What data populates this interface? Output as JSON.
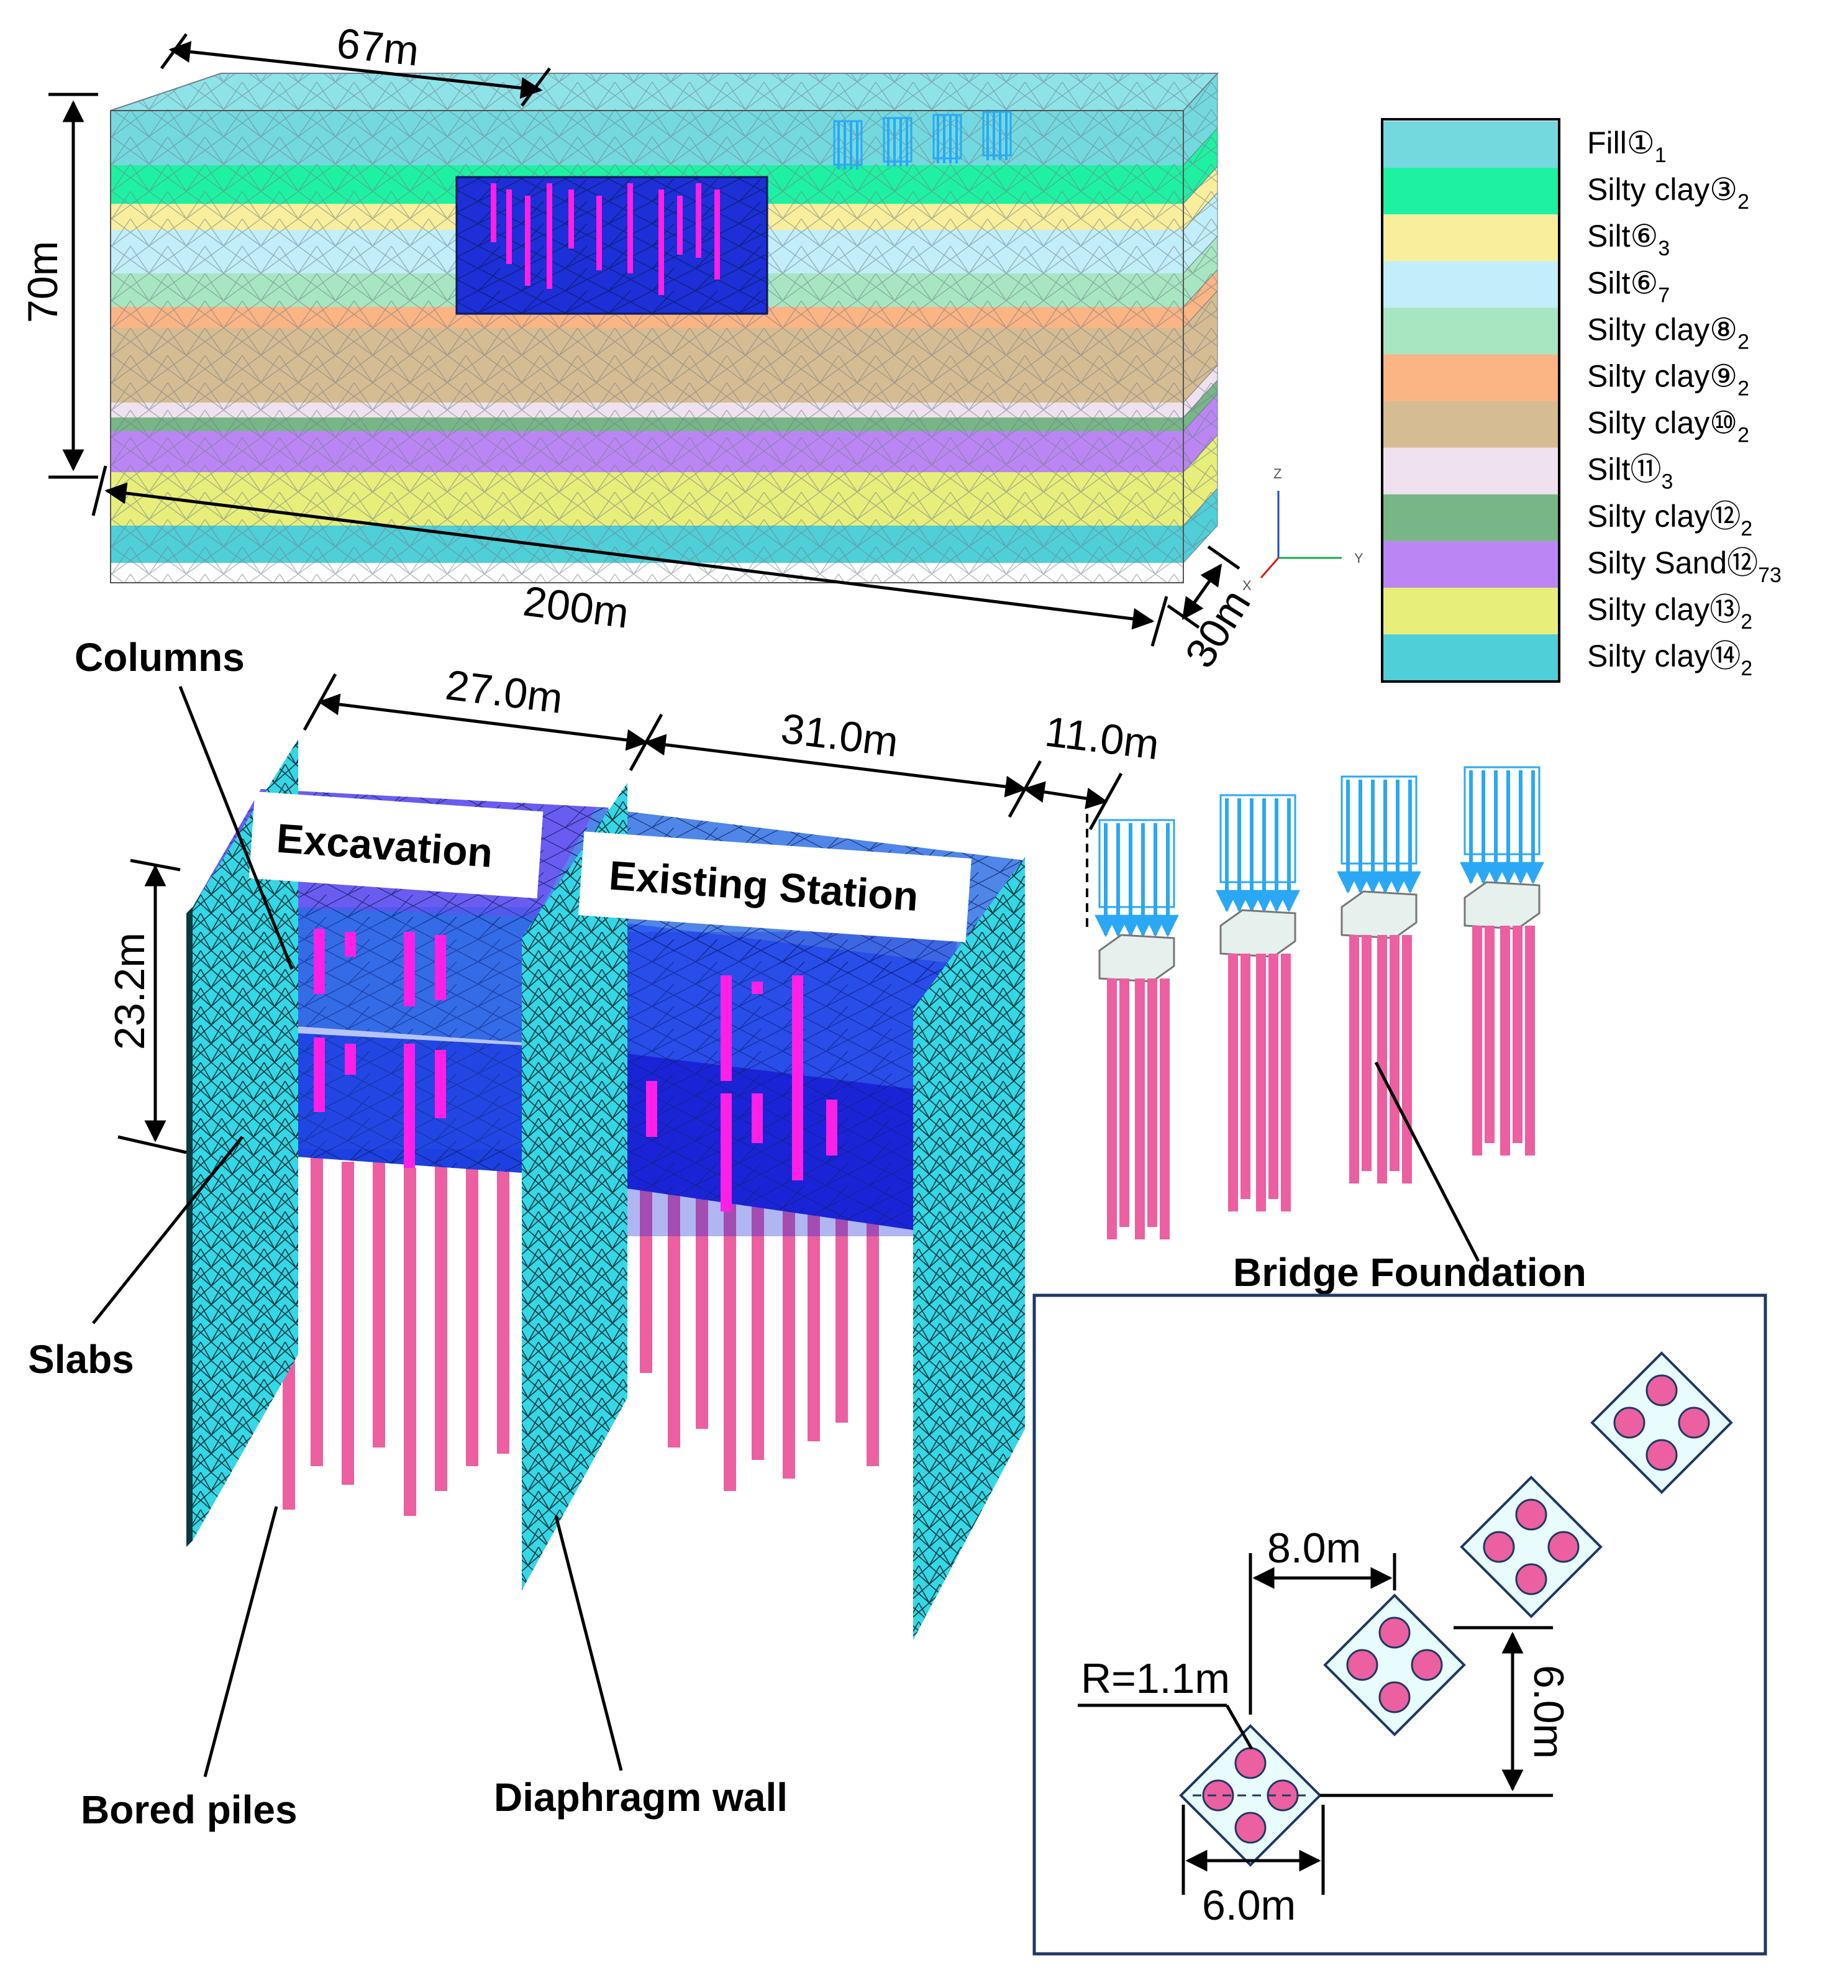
{
  "model": {
    "dims": {
      "length": "67m",
      "height": "70m",
      "total": "200m",
      "width": "30m"
    },
    "axes": {
      "z": "Z",
      "y": "Y",
      "x": "X"
    }
  },
  "legend": {
    "items": [
      {
        "name": "Fill①",
        "sub": "1",
        "color": "#73d9de"
      },
      {
        "name": "Silty clay③",
        "sub": "2",
        "color": "#1ef2a2"
      },
      {
        "name": "Silt⑥",
        "sub": "3",
        "color": "#f9ee9b"
      },
      {
        "name": "Silt⑥",
        "sub": "7",
        "color": "#c1eef8"
      },
      {
        "name": "Silty clay⑧",
        "sub": "2",
        "color": "#a8e6c1"
      },
      {
        "name": "Silty clay⑨",
        "sub": "2",
        "color": "#fbb483"
      },
      {
        "name": "Silty clay⑩",
        "sub": "2",
        "color": "#d6bc92"
      },
      {
        "name": "Silt⑪",
        "sub": "3",
        "color": "#efe1ee"
      },
      {
        "name": "Silty clay⑫",
        "sub": "2",
        "color": "#78b587"
      },
      {
        "name": "Silty Sand⑫",
        "sub": "73",
        "color": "#bb86f3"
      },
      {
        "name": "Silty clay⑬",
        "sub": "2",
        "color": "#e8ee7a"
      },
      {
        "name": "Silty clay⑭",
        "sub": "2",
        "color": "#4fcfd7"
      }
    ]
  },
  "station": {
    "dims": {
      "excavation_width": "27.0m",
      "station_width": "31.0m",
      "gap": "11.0m",
      "depth": "23.2m"
    },
    "labels": {
      "excavation": "Excavation",
      "existing_station": "Existing Station",
      "columns": "Columns",
      "slabs": "Slabs",
      "bored_piles": "Bored piles",
      "diaphragm_wall": "Diaphragm wall",
      "bridge_foundation": "Bridge Foundation"
    }
  },
  "plan": {
    "spacing_x": "8.0m",
    "spacing_y": "6.0m",
    "cap_width": "6.0m",
    "pile_radius": "R=1.1m"
  },
  "colors": {
    "wall": "#33d7e5",
    "slab": "#2f5ef2",
    "column": "#ff1fe6",
    "pile": "#ec5fa0",
    "load": "#2aa8f5",
    "frame": "#1f3864"
  }
}
